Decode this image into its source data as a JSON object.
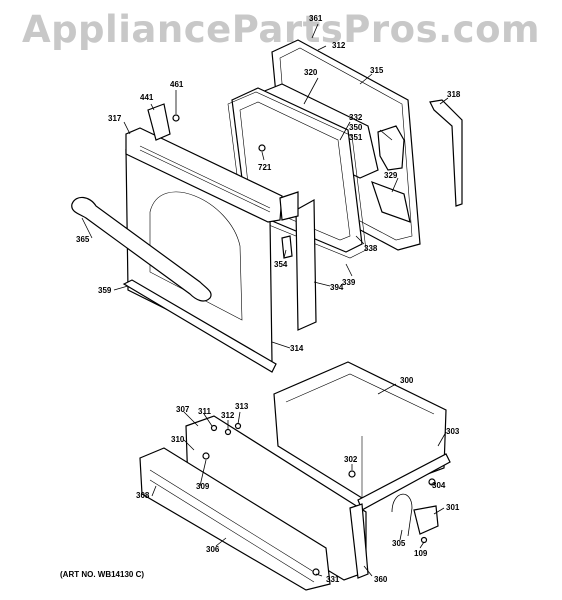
{
  "watermark": "AppliancePartsPros.com",
  "art_number": "(ART NO. WB14130 C)",
  "callouts": [
    "361",
    "312",
    "320",
    "315",
    "318",
    "332",
    "350",
    "351",
    "441",
    "461",
    "317",
    "721",
    "329",
    "338",
    "339",
    "394",
    "354",
    "365",
    "359",
    "314",
    "300",
    "307",
    "311",
    "312",
    "313",
    "310",
    "303",
    "302",
    "304",
    "309",
    "308",
    "301",
    "305",
    "109",
    "306",
    "331",
    "360"
  ]
}
